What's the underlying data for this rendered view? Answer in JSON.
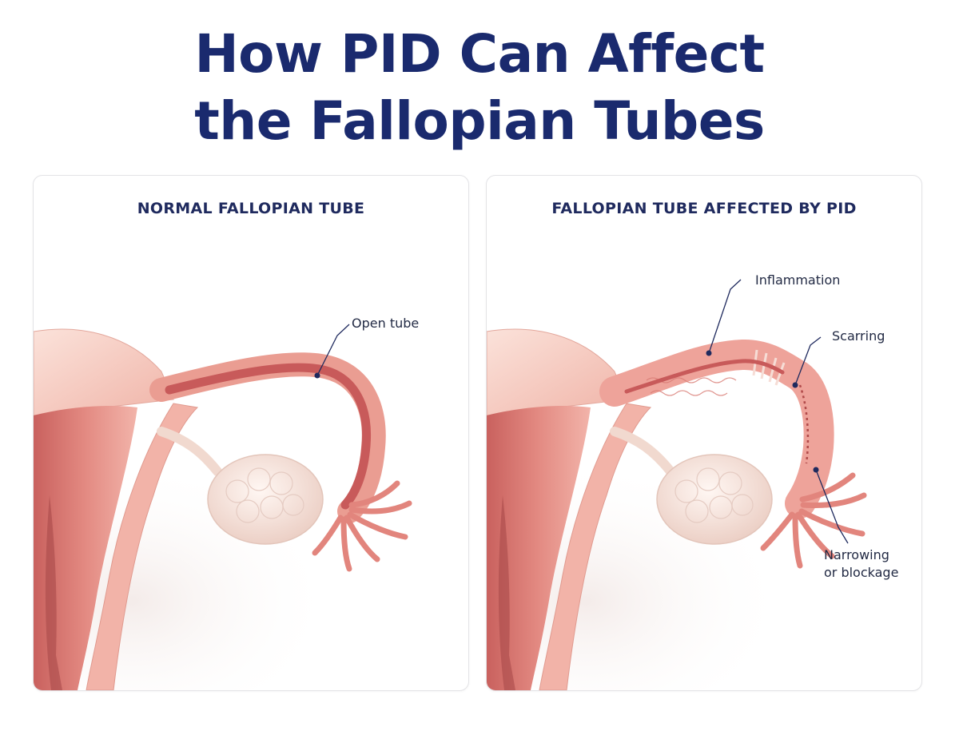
{
  "title": {
    "line1": "How PID Can Affect",
    "line2": "the Fallopian Tubes"
  },
  "panels": {
    "normal": {
      "heading": "NORMAL FALLOPIAN TUBE",
      "callouts": {
        "open_tube": "Open tube"
      }
    },
    "affected": {
      "heading": "FALLOPIAN TUBE AFFECTED BY PID",
      "callouts": {
        "inflammation": "Inflammation",
        "scarring": "Scarring",
        "narrowing_line1": "Narrowing",
        "narrowing_line2": "or blockage"
      }
    }
  },
  "colors": {
    "title": "#1a2a6e",
    "heading": "#1f2a5e",
    "tissue": "#e89a92",
    "tissue_dark": "#cc6a66",
    "lumen": "#c85a5a",
    "ovary": "#f4e3dc",
    "leader": "#1f2a5e"
  }
}
